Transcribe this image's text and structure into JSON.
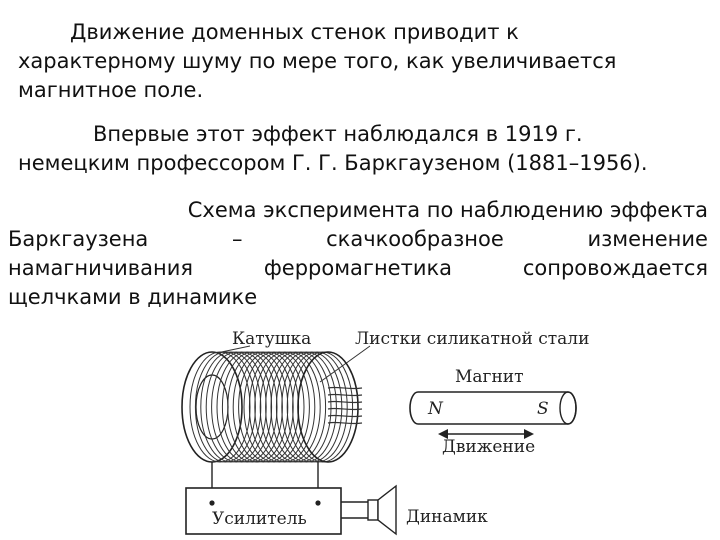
{
  "text": {
    "p1": {
      "l1": "Движение доменных стенок приводит к",
      "l2": "характерному шуму по мере того, как увеличивается",
      "l3": "магнитное поле."
    },
    "p2": {
      "l1": "Впервые этот эффект наблюдался в 1919 г.",
      "l2": "немецким профессором Г. Г. Баркгаузеном (1881–1956)."
    },
    "p3": {
      "l1": "Схема эксперимента по наблюдению эффекта",
      "l2_words": [
        "Баркгаузена",
        "–",
        "скачкообразное",
        "изменение"
      ],
      "l3_words": [
        "намагничивания",
        "ферромагнетика",
        "сопровождается"
      ],
      "l4": "щелчками в динамике"
    }
  },
  "diagram": {
    "coil_label": "Катушка",
    "sheets_label": "Листки силикатной стали",
    "magnet_label": "Магнит",
    "pole_n": "N",
    "pole_s": "S",
    "motion_label": "Движение",
    "amplifier_label": "Усилитель",
    "speaker_label": "Динамик"
  }
}
